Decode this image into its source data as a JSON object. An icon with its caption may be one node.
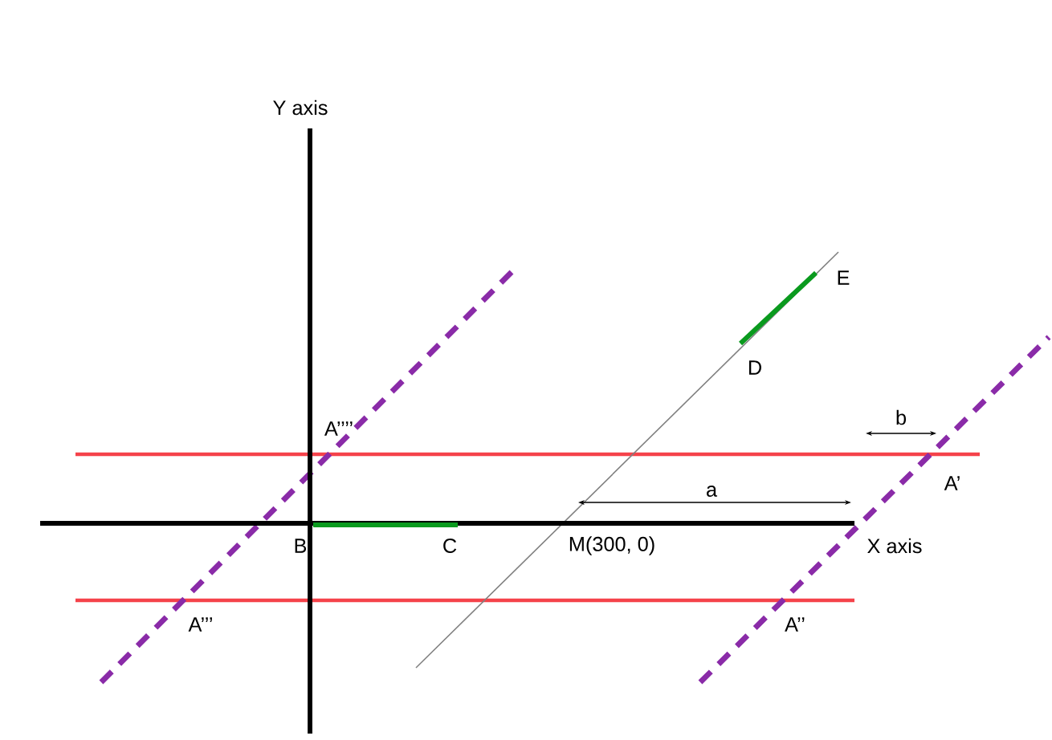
{
  "diagram": {
    "labels": [
      "Y axis",
      "E",
      "D",
      "A’’’’",
      "b",
      "A’",
      "a",
      "B",
      "C",
      "M(300, 0)",
      "X axis",
      "A’’’",
      "A’’"
    ]
  }
}
